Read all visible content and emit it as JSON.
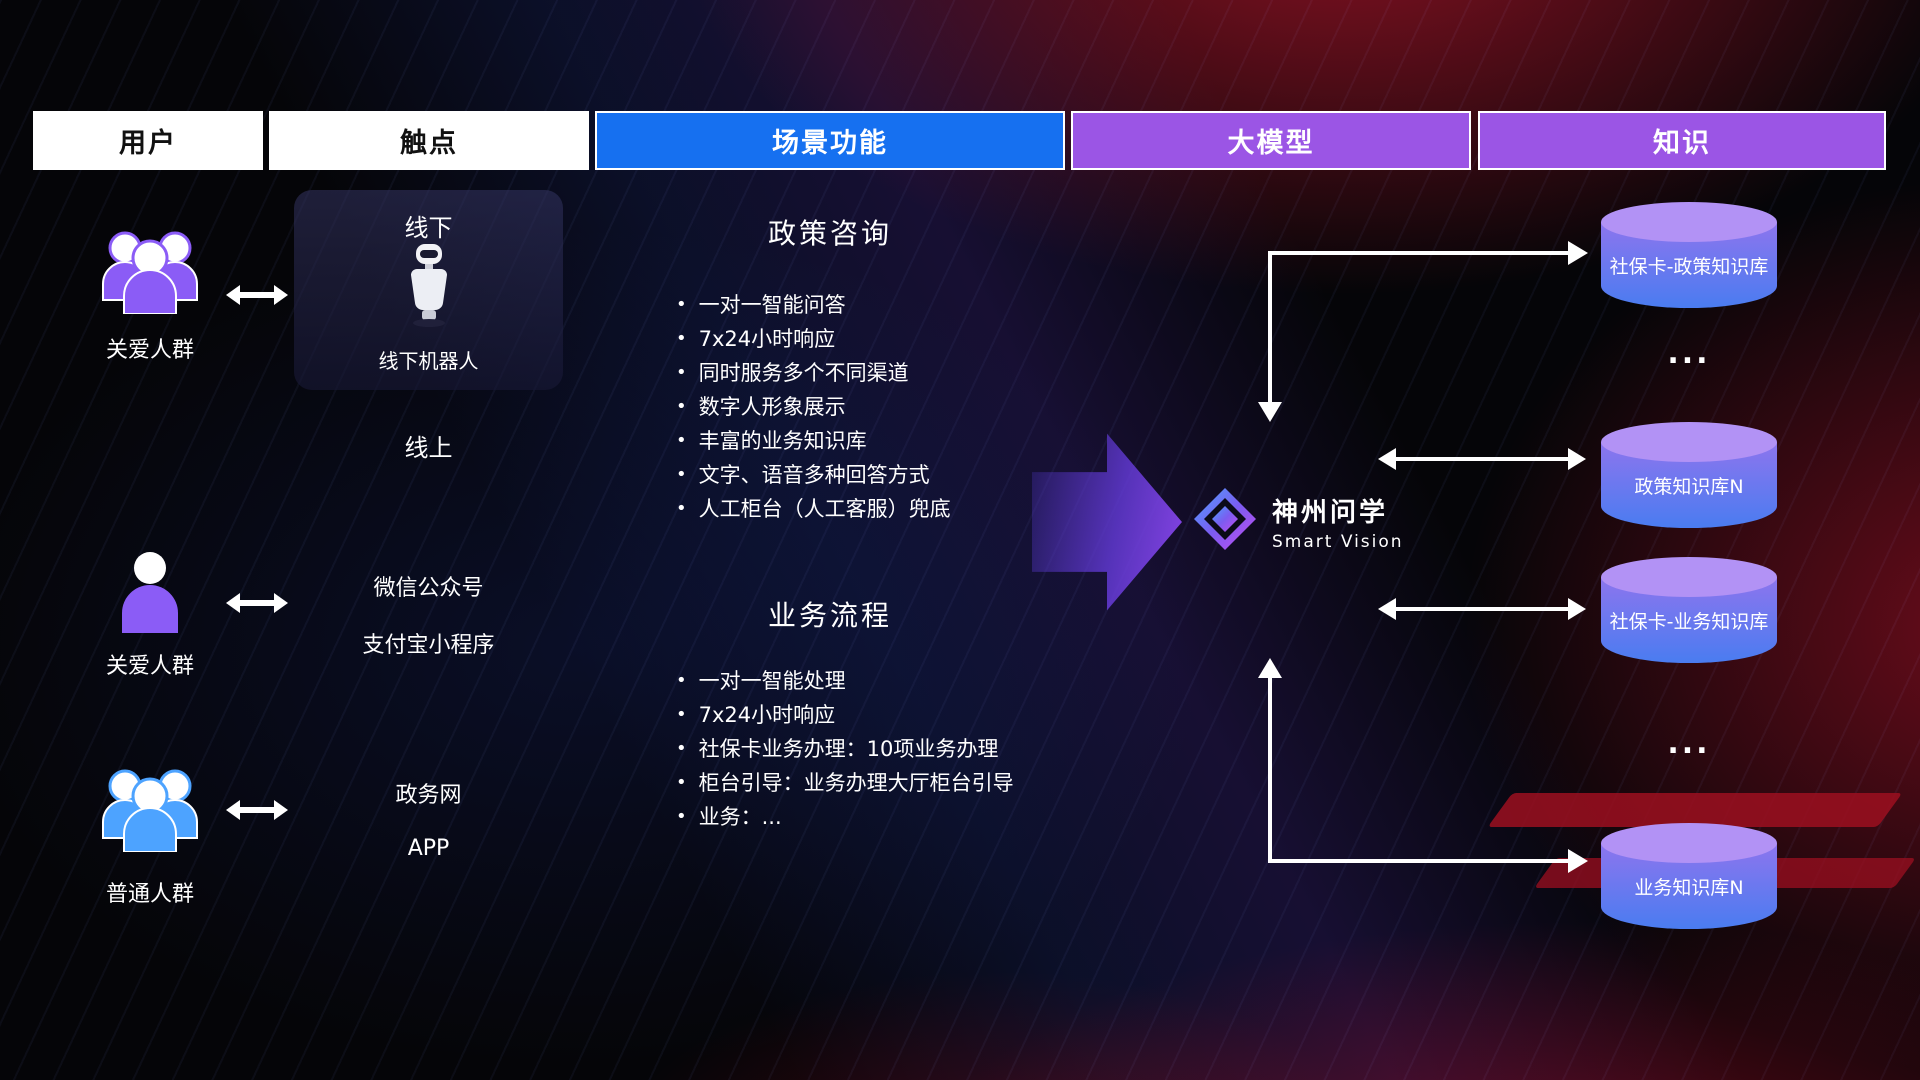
{
  "header": {
    "columns": [
      {
        "label": "用户"
      },
      {
        "label": "触点"
      },
      {
        "label": "场景功能"
      },
      {
        "label": "大模型"
      },
      {
        "label": "知识"
      }
    ]
  },
  "users": [
    {
      "label": "关爱人群"
    },
    {
      "label": "关爱人群"
    },
    {
      "label": "普通人群"
    }
  ],
  "touchpoints": {
    "offline": {
      "title": "线下",
      "robot_label": "线下机器人"
    },
    "online_title": "线上",
    "online_channels": [
      "微信公众号",
      "支付宝小程序"
    ],
    "gov_channels": [
      "政务网",
      "APP"
    ]
  },
  "scenarios": [
    {
      "title": "政策咨询",
      "bullets": [
        "一对一智能问答",
        "7x24小时响应",
        "同时服务多个不同渠道",
        "数字人形象展示",
        "丰富的业务知识库",
        "文字、语音多种回答方式",
        "人工柜台（人工客服）兜底"
      ]
    },
    {
      "title": "业务流程",
      "bullets": [
        "一对一智能处理",
        "7x24小时响应",
        "社保卡业务办理：10项业务办理",
        "柜台引导：业务办理大厅柜台引导",
        "业务：..."
      ]
    }
  ],
  "model": {
    "name": "神州问学",
    "subtitle": "Smart Vision"
  },
  "knowledge": {
    "items": [
      "社保卡-政策知识库",
      "政策知识库N",
      "社保卡-业务知识库",
      "业务知识库N"
    ],
    "ellipsis": "..."
  },
  "colors": {
    "header_blue": "#1670f0",
    "header_purple": "#9b55e5",
    "accent_purple": "#8b5cf6",
    "accent_blue": "#4da3ff",
    "db_top": "#b292f5",
    "db_body_from": "#8d75ee",
    "db_body_to": "#4a7cf0"
  }
}
